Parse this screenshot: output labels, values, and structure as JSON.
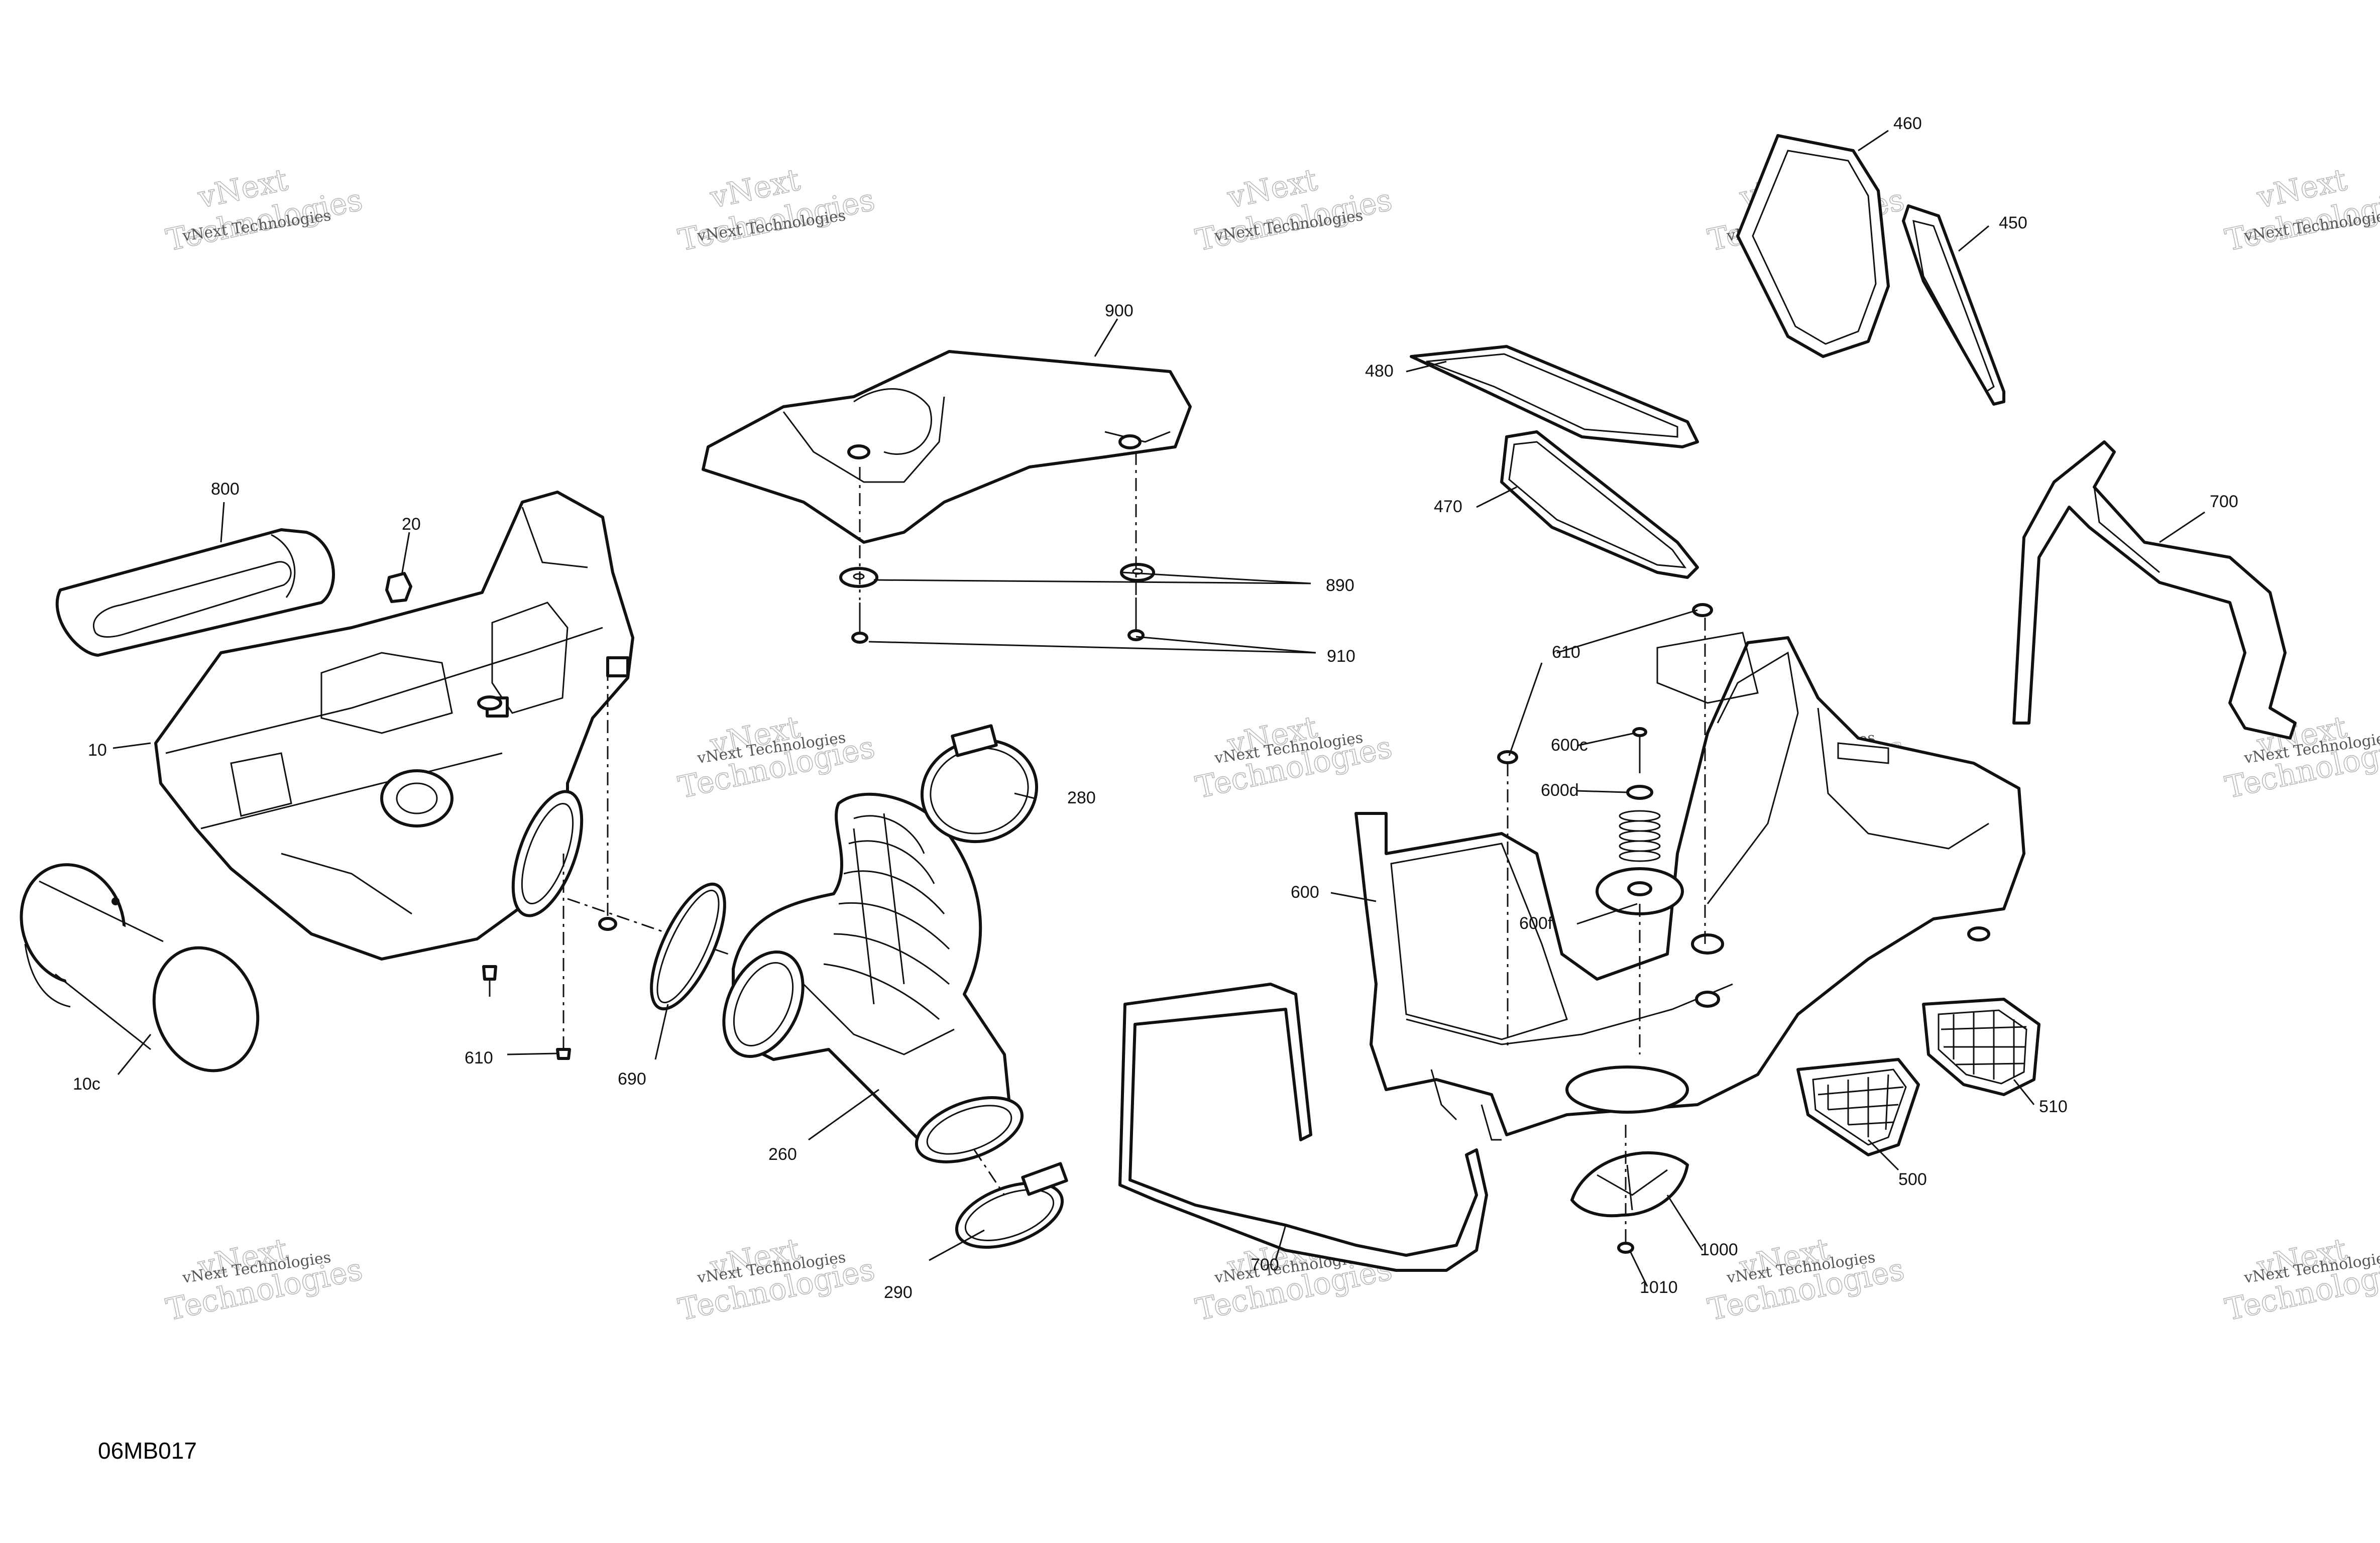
{
  "diagram": {
    "code": "06MB017",
    "watermark_small": "vNext Technologies",
    "watermark_big_1": "vNext",
    "watermark_big_2": "Technologies",
    "callouts": {
      "c10": "10",
      "c10c": "10c",
      "c20": "20",
      "c260": "260",
      "c280": "280",
      "c290": "290",
      "c450": "450",
      "c460": "460",
      "c470": "470",
      "c480": "480",
      "c500": "500",
      "c510": "510",
      "c600": "600",
      "c600c": "600c",
      "c600d": "600d",
      "c600f": "600f",
      "c610a": "610",
      "c610b": "610",
      "c690": "690",
      "c700a": "700",
      "c700b": "700",
      "c800": "800",
      "c890": "890",
      "c900": "900",
      "c910": "910",
      "c1000": "1000",
      "c1010": "1010"
    }
  }
}
